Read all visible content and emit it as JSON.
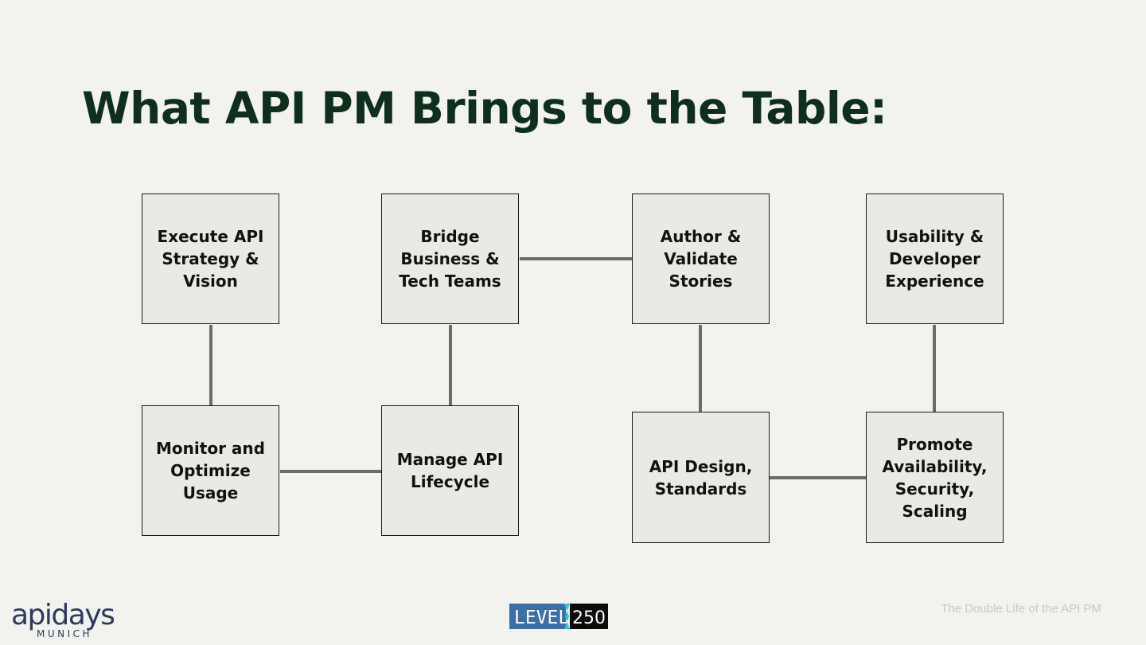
{
  "slide": {
    "title": "What API PM Brings to the Table:",
    "footer": "The Double Life of the API PM"
  },
  "nodes": {
    "execute": "Execute API\nStrategy &\nVision",
    "monitor": "Monitor and\nOptimize\nUsage",
    "bridge": "Bridge\nBusiness &\nTech Teams",
    "manage": "Manage API\nLifecycle",
    "author": "Author &\nValidate\nStories",
    "design": "API Design,\nStandards",
    "usability": "Usability &\nDeveloper\nExperience",
    "promote": "Promote\nAvailability,\nSecurity,\nScaling"
  },
  "edges": [
    [
      "execute",
      "monitor"
    ],
    [
      "monitor",
      "manage"
    ],
    [
      "manage",
      "bridge"
    ],
    [
      "bridge",
      "author"
    ],
    [
      "author",
      "design"
    ],
    [
      "design",
      "promote"
    ],
    [
      "promote",
      "usability"
    ]
  ],
  "logos": {
    "apidays_main": "apidays",
    "apidays_sub": "MUNICH",
    "level_text": "LEVEL",
    "level_number": "250"
  },
  "colors": {
    "title": "#0f2f1c",
    "connector": "#6b6b68",
    "box_fill": "#eaeae4",
    "apidays": "#2c3b5c",
    "level_blue": "#3c6ea8",
    "level_teal": "#2ec7d6"
  }
}
